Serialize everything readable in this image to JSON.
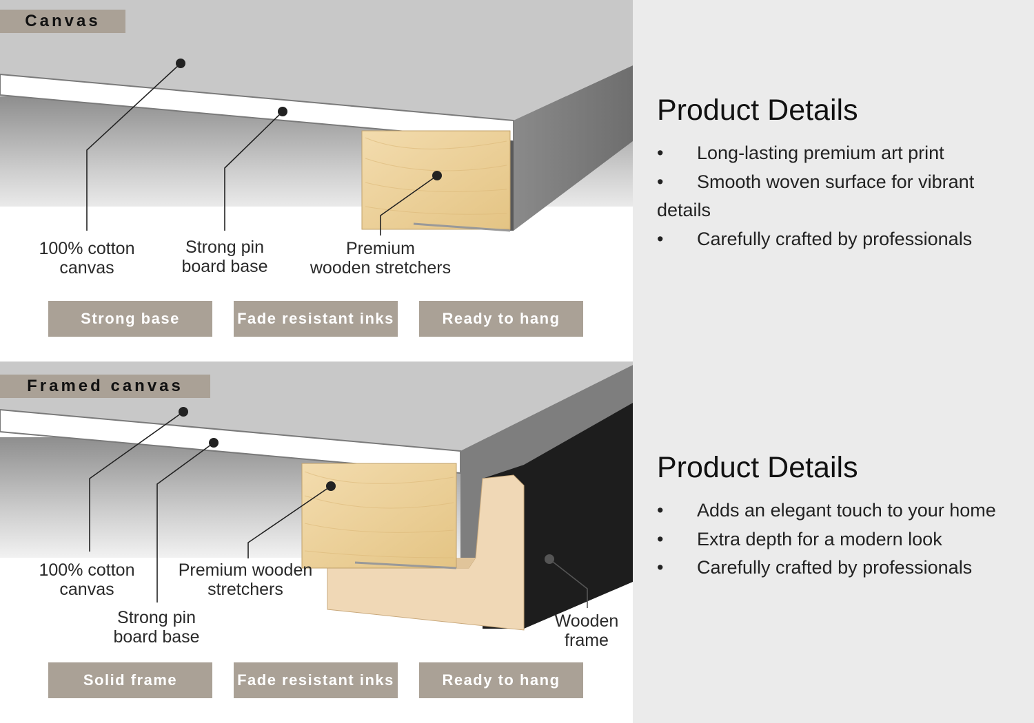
{
  "canvas_section": {
    "tag": "Canvas",
    "callouts": {
      "cotton": [
        "100% cotton",
        "canvas"
      ],
      "pin_board": [
        "Strong pin",
        "board base"
      ],
      "stretchers": [
        "Premium",
        "wooden stretchers"
      ]
    },
    "badges": [
      "Strong base",
      "Fade resistant inks",
      "Ready to hang"
    ],
    "details": {
      "title": "Product Details",
      "items": [
        "Long-lasting premium art print",
        "Smooth woven surface for vibrant details",
        "Carefully crafted by professionals"
      ]
    }
  },
  "framed_section": {
    "tag": "Framed canvas",
    "callouts": {
      "cotton": [
        "100% cotton",
        "canvas"
      ],
      "stretchers": [
        "Premium wooden",
        "stretchers"
      ],
      "pin_board": [
        "Strong pin",
        "board base"
      ],
      "frame": [
        "Wooden",
        "frame"
      ]
    },
    "badges": [
      "Solid frame",
      "Fade resistant inks",
      "Ready to hang"
    ],
    "details": {
      "title": "Product Details",
      "items": [
        "Adds an elegant touch to your home",
        "Extra depth for a modern look",
        "Carefully crafted by professionals"
      ]
    }
  },
  "bullet_char": "•",
  "colors": {
    "badge_bg": "#aaa196",
    "side_bg": "#ebebeb",
    "frame_black": "#1d1d1d",
    "wood": "#ecd09a"
  }
}
